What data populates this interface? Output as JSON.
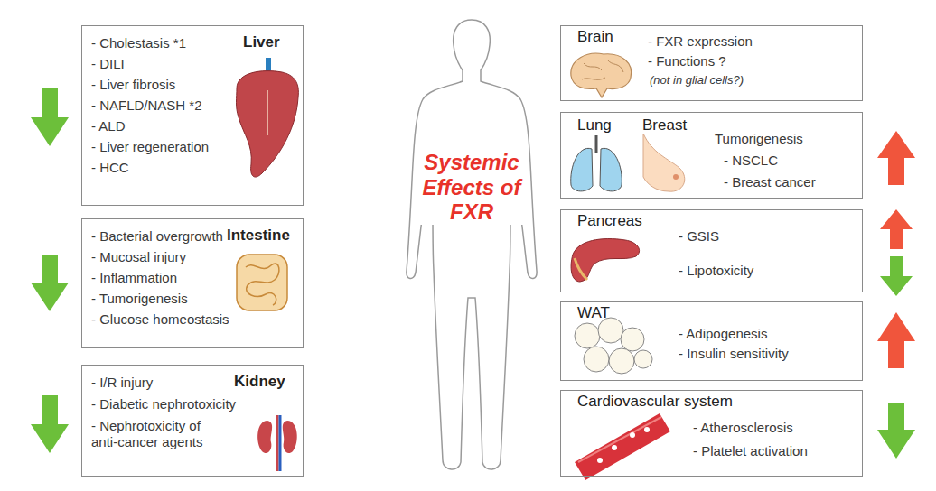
{
  "diagram": {
    "nodes": [
      {
        "text": [
          "Liver",
          "- Cholestasis *1",
          "- DILI",
          "- Liver fibrosis",
          "- NAFLD/NASH *2",
          "- ALD",
          "- Liver regeneration",
          "- HCC"
        ]
      },
      {
        "text": [
          "Intestine",
          "- Bacterial overgrowth",
          "- Mucosal injury",
          "- Inflammation",
          "- Tumorigenesis",
          "- Glucose homeostasis"
        ]
      },
      {
        "text": [
          "Kidney",
          "- I/R injury",
          "- Diabetic nephrotoxicity",
          "- Nephrotoxicity of anti-cancer agents"
        ]
      },
      {
        "text": [
          "Brain",
          "- FXR expression",
          "- Functions ?",
          "(not in glial cells?)"
        ]
      },
      {
        "text": [
          "Lung",
          "Breast",
          "Tumorigenesis",
          "- NSCLC",
          "- Breast cancer"
        ]
      },
      {
        "text": [
          "Pancreas",
          "- GSIS",
          "- Lipotoxicity"
        ]
      },
      {
        "text": [
          "WAT",
          "- Adipogenesis",
          "- Insulin sensitivity"
        ]
      },
      {
        "text": [
          "Cardiovascular system",
          "- Atherosclerosis",
          "- Platelet activation"
        ]
      }
    ],
    "labels": [
      "Systemic Effects of FXR"
    ]
  }
}
